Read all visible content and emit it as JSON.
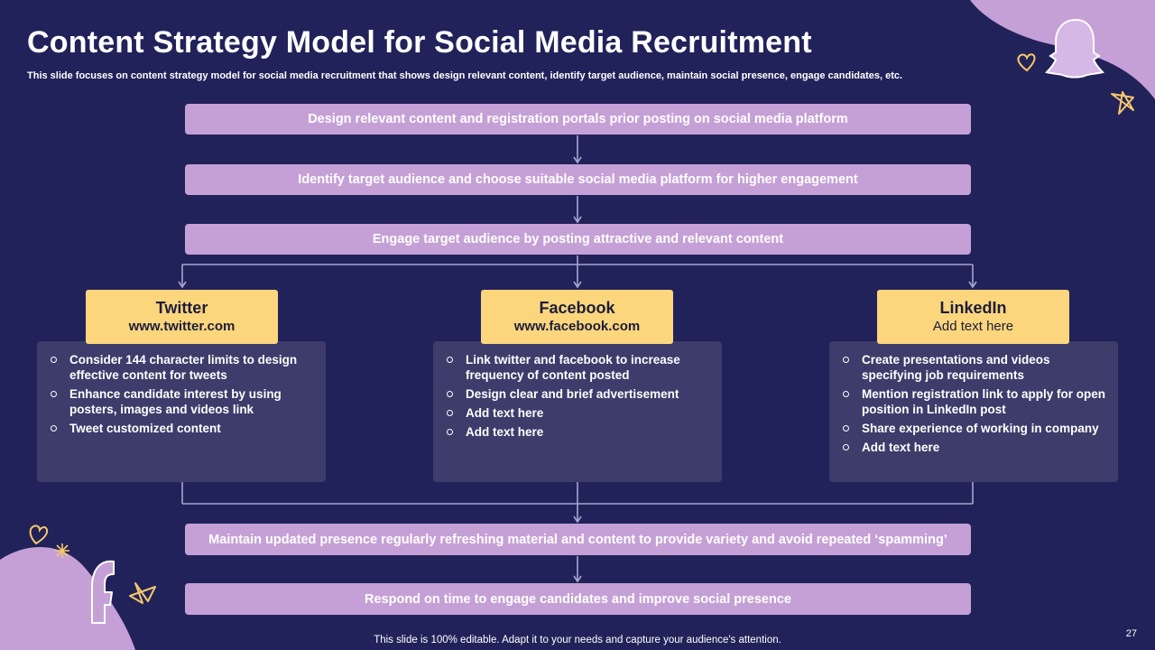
{
  "title": "Content Strategy Model for Social Media Recruitment",
  "subtitle": "This slide focuses on content strategy model for social media recruitment that shows design relevant content, identify target audience, maintain social presence, engage candidates, etc.",
  "steps": [
    "Design relevant content and registration portals prior posting on social media platform",
    "Identify target audience and choose suitable social media platform for higher engagement",
    "Engage target audience by posting attractive and relevant content",
    "Maintain updated presence regularly refreshing material and content to provide variety and avoid repeated ‘spamming’",
    "Respond on time to engage candidates and improve social presence"
  ],
  "platforms": [
    {
      "name": "Twitter",
      "subtitle": "www.twitter.com",
      "points": [
        "Consider 144 character limits to design effective content for tweets",
        "Enhance candidate interest by using posters, images and videos link",
        "Tweet customized content"
      ]
    },
    {
      "name": "Facebook",
      "subtitle": "www.facebook.com",
      "points": [
        "Link twitter and facebook to increase frequency of content posted",
        "Design clear and brief advertisement",
        "Add text here",
        "Add text here"
      ]
    },
    {
      "name": "LinkedIn",
      "subtitle": "Add text here",
      "points": [
        "Create presentations and videos specifying job requirements",
        "Mention registration link to apply for open position in LinkedIn post",
        "Share experience of working in company",
        "Add text here"
      ]
    }
  ],
  "footer": "This slide is 100% editable. Adapt it to your needs and capture your audience's attention.",
  "page_number": "27",
  "colors": {
    "background": "#22225a",
    "step_bar": "#c5a0d6",
    "platform_header": "#fbd67d",
    "platform_box": "#3d3c6b",
    "connector": "#a7a5d0"
  }
}
